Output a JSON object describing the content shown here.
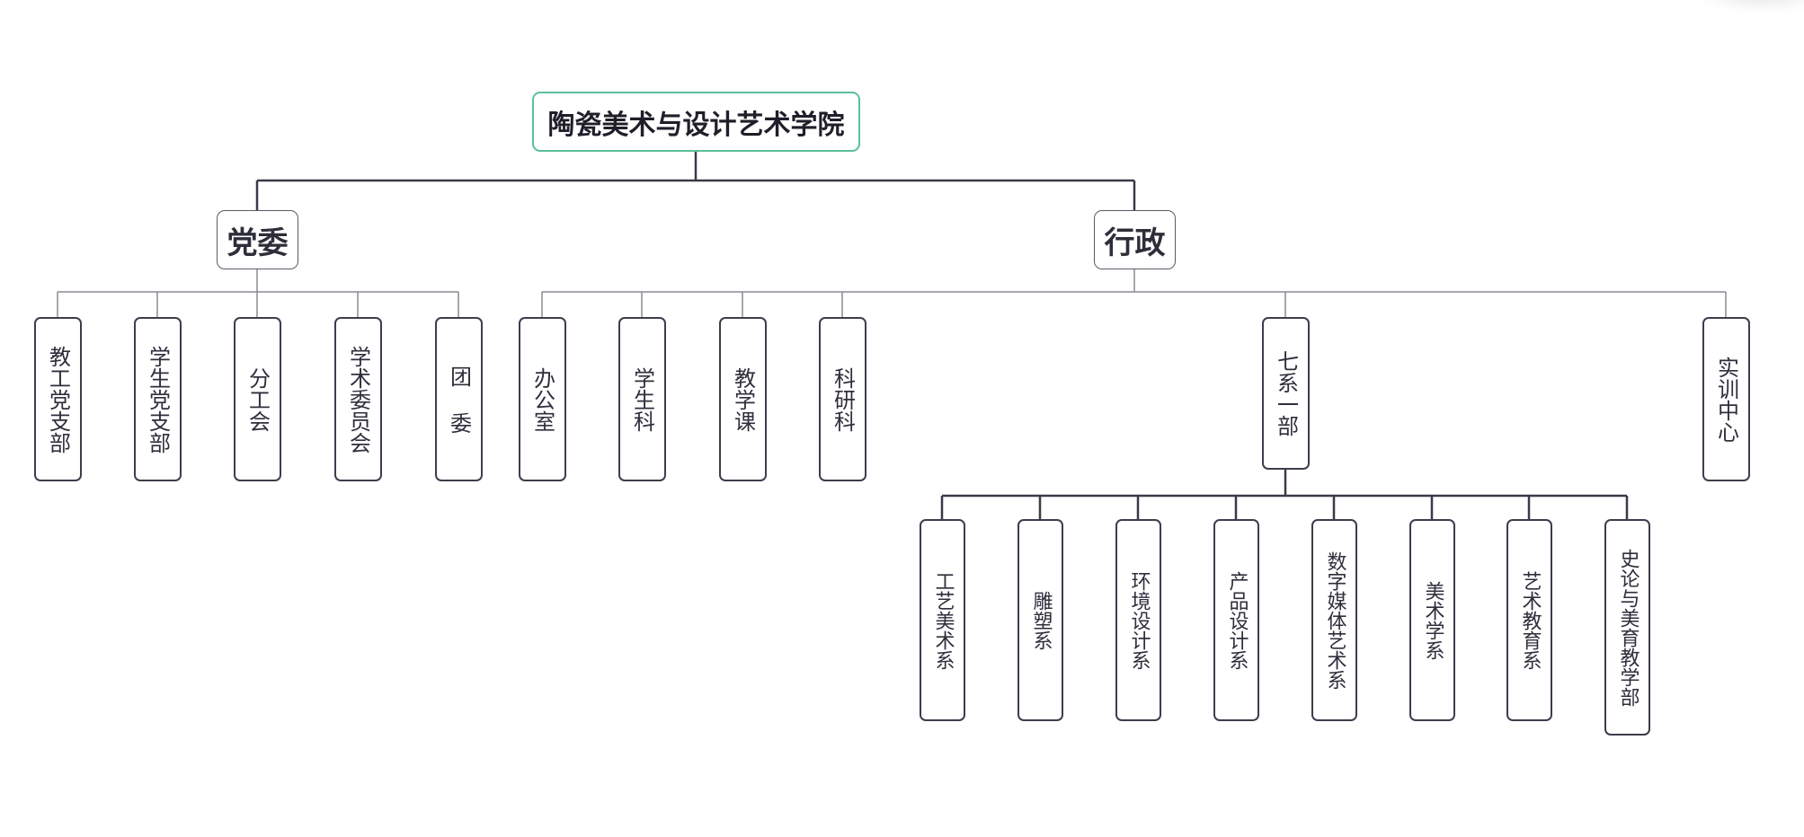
{
  "diagram": {
    "root": {
      "label": "陶瓷美术与设计艺术学院"
    },
    "branches": [
      {
        "id": "dangwei",
        "label": "党委",
        "children": [
          {
            "label": "教工党支部"
          },
          {
            "label": "学生党支部"
          },
          {
            "label": "分工会"
          },
          {
            "label": "学术委员会"
          },
          {
            "label": "团 委"
          }
        ]
      },
      {
        "id": "xingzheng",
        "label": "行政",
        "children": [
          {
            "label": "办公室"
          },
          {
            "label": "学生科"
          },
          {
            "label": "教学课"
          },
          {
            "label": "科研科"
          },
          {
            "label": "七系一部",
            "children": [
              {
                "label": "工艺美术系"
              },
              {
                "label": "雕塑系"
              },
              {
                "label": "环境设计系"
              },
              {
                "label": "产品设计系"
              },
              {
                "label": "数字媒体艺术系"
              },
              {
                "label": "美术学系"
              },
              {
                "label": "艺术教育系"
              },
              {
                "label": "史论与美育教学部"
              }
            ]
          },
          {
            "label": "实训中心"
          }
        ]
      }
    ],
    "colors": {
      "root_border": "#5cbf98",
      "node_border": "#3d3d4c",
      "connector_thick": "#3a3a48",
      "connector_thin": "#8a8a94",
      "text": "#2f2f3c"
    }
  }
}
